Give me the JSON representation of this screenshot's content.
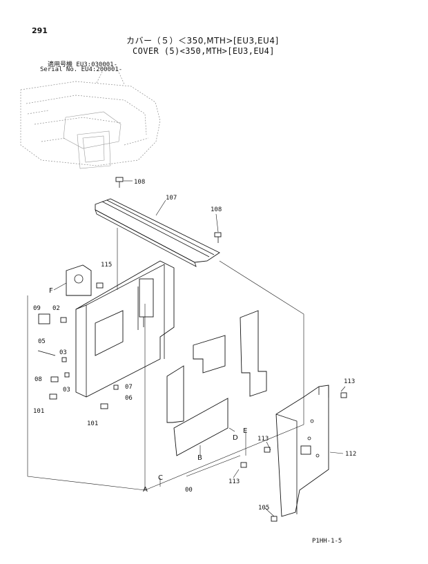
{
  "page_number": "291",
  "title_jp": "カバー（５）＜350,MTH>[EU3,EU4]",
  "title_en": "COVER (5)<350,MTH>[EU3,EU4]",
  "serial_line_1": "適用号機 EU3:030001-",
  "serial_line_2": "Serial No. EU4:200001-",
  "footer_code": "P1HH-1-5",
  "callouts": {
    "c108a": "108",
    "c107": "107",
    "c108b": "108",
    "c115": "115",
    "cF": "F",
    "c09": "09",
    "c02": "02",
    "c05": "05",
    "c03a": "03",
    "c08": "08",
    "c03b": "03",
    "c07": "07",
    "c06": "06",
    "c101a": "101",
    "c101b": "101",
    "cE": "E",
    "cD": "D",
    "cB": "B",
    "cC": "C",
    "cA": "A",
    "c00": "00",
    "c113a": "113",
    "c113b": "113",
    "c112": "112",
    "c113c": "113",
    "c105": "105"
  }
}
